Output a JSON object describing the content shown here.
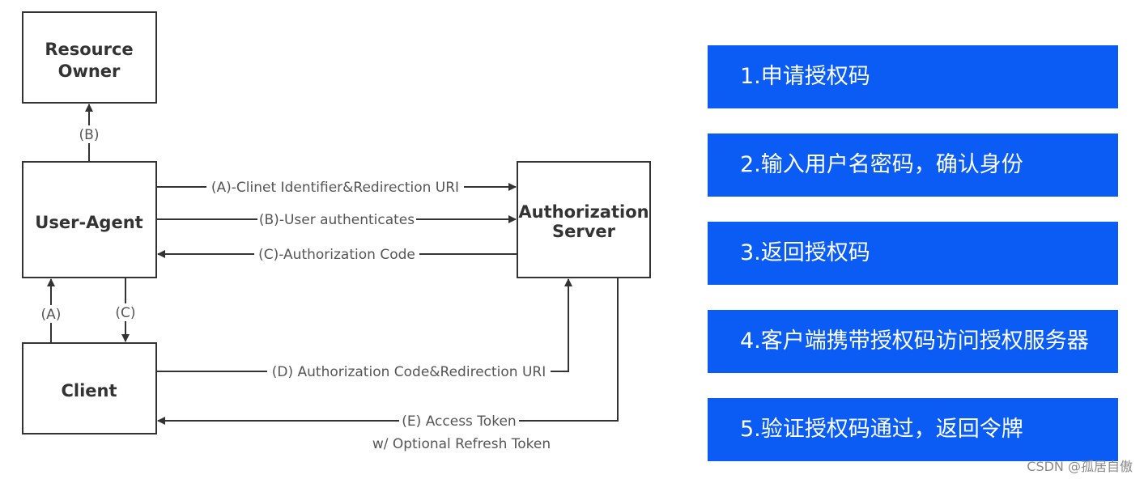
{
  "diagram": {
    "nodes": {
      "resource_owner": [
        "Resource",
        "Owner"
      ],
      "user_agent": [
        "User-Agent"
      ],
      "authorization_server": [
        "Authorization",
        "Server"
      ],
      "client": [
        "Client"
      ]
    },
    "edges": {
      "b_up": "(B)",
      "a_ua_to_as": "(A)-Clinet Identifier&Redirection URI",
      "b_ua_to_as": "(B)-User authenticates",
      "c_as_to_ua": "(C)-Authorization Code",
      "a_client_to_ua": "(A)",
      "c_ua_to_client": "(C)",
      "d_client_to_as": "(D) Authorization Code&Redirection URI",
      "e_as_to_client": "(E) Access Token",
      "e_note": "w/  Optional Refresh Token"
    },
    "colors": {
      "line": "#333333",
      "text": "#555555"
    }
  },
  "steps": [
    "1.申请授权码",
    "2.输入用户名密码，确认身份",
    "3.返回授权码",
    "4.客户端携带授权码访问授权服务器",
    "5.验证授权码通过，返回令牌"
  ],
  "step_color": "#0a5cf5",
  "watermark": "CSDN @孤居自傲"
}
